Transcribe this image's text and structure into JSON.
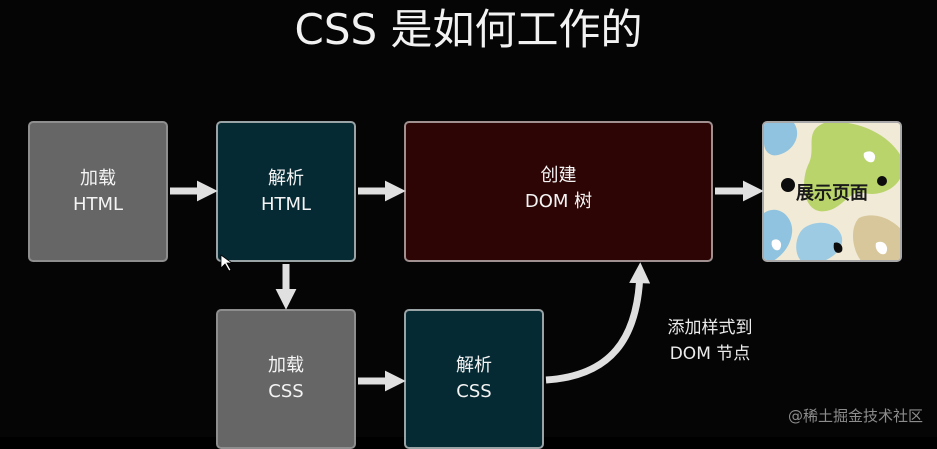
{
  "title": "CSS 是如何工作的",
  "boxes": {
    "load_html": {
      "line1": "加载",
      "line2": "HTML"
    },
    "parse_html": {
      "line1": "解析",
      "line2": "HTML"
    },
    "create_dom": {
      "line1": "创建",
      "line2": "DOM 树"
    },
    "display_page": {
      "label": "展示页面"
    },
    "load_css": {
      "line1": "加载",
      "line2": "CSS"
    },
    "parse_css": {
      "line1": "解析",
      "line2": "CSS"
    }
  },
  "annotation": {
    "line1": "添加样式到",
    "line2": "DOM 节点"
  },
  "watermark": "@稀土掘金技术社区",
  "colors": {
    "background": "#050505",
    "grey_box": "#666666",
    "teal_box": "#062a33",
    "maroon_box": "#2e0505",
    "arrow": "#e0e0e0"
  }
}
